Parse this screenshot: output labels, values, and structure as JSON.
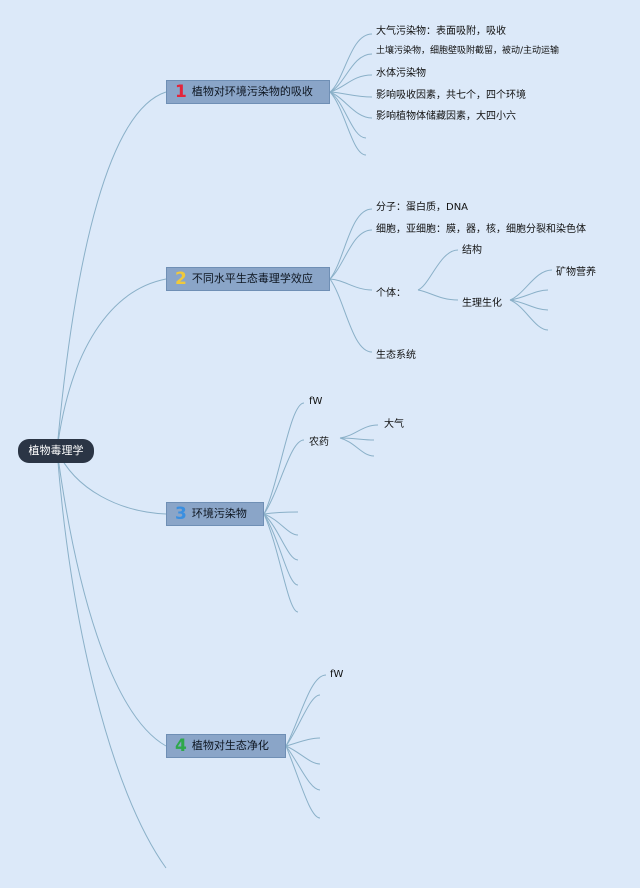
{
  "root": {
    "label": "植物毒理学"
  },
  "colors": {
    "line": "#8ab0c8",
    "b1": "#e3243b",
    "b2": "#f0c93b",
    "b3": "#3a8fe0",
    "b4": "#2ea84a"
  },
  "branches": [
    {
      "num": "1",
      "label": "植物对环境污染物的吸收",
      "children": [
        "大气污染物：表面吸附，吸收",
        "土壤污染物，细胞壁吸附截留，被动/主动运输",
        "水体污染物",
        "影响吸收因素，共七个，四个环境",
        "影响植物体储藏因素，大四小六"
      ]
    },
    {
      "num": "2",
      "label": "不同水平生态毒理学效应",
      "children": [
        "分子：蛋白质，DNA",
        "细胞，亚细胞：膜，器，核，细胞分裂和染色体",
        "个体：",
        "生态系统"
      ],
      "individual": {
        "structure": "结构",
        "physio": "生理生化",
        "mineral": "矿物营养"
      }
    },
    {
      "num": "3",
      "label": "环境污染物",
      "children": [
        "fW",
        "农药"
      ],
      "pesticide": {
        "air": "大气"
      }
    },
    {
      "num": "4",
      "label": "植物对生态净化",
      "children": [
        "fW"
      ]
    }
  ]
}
